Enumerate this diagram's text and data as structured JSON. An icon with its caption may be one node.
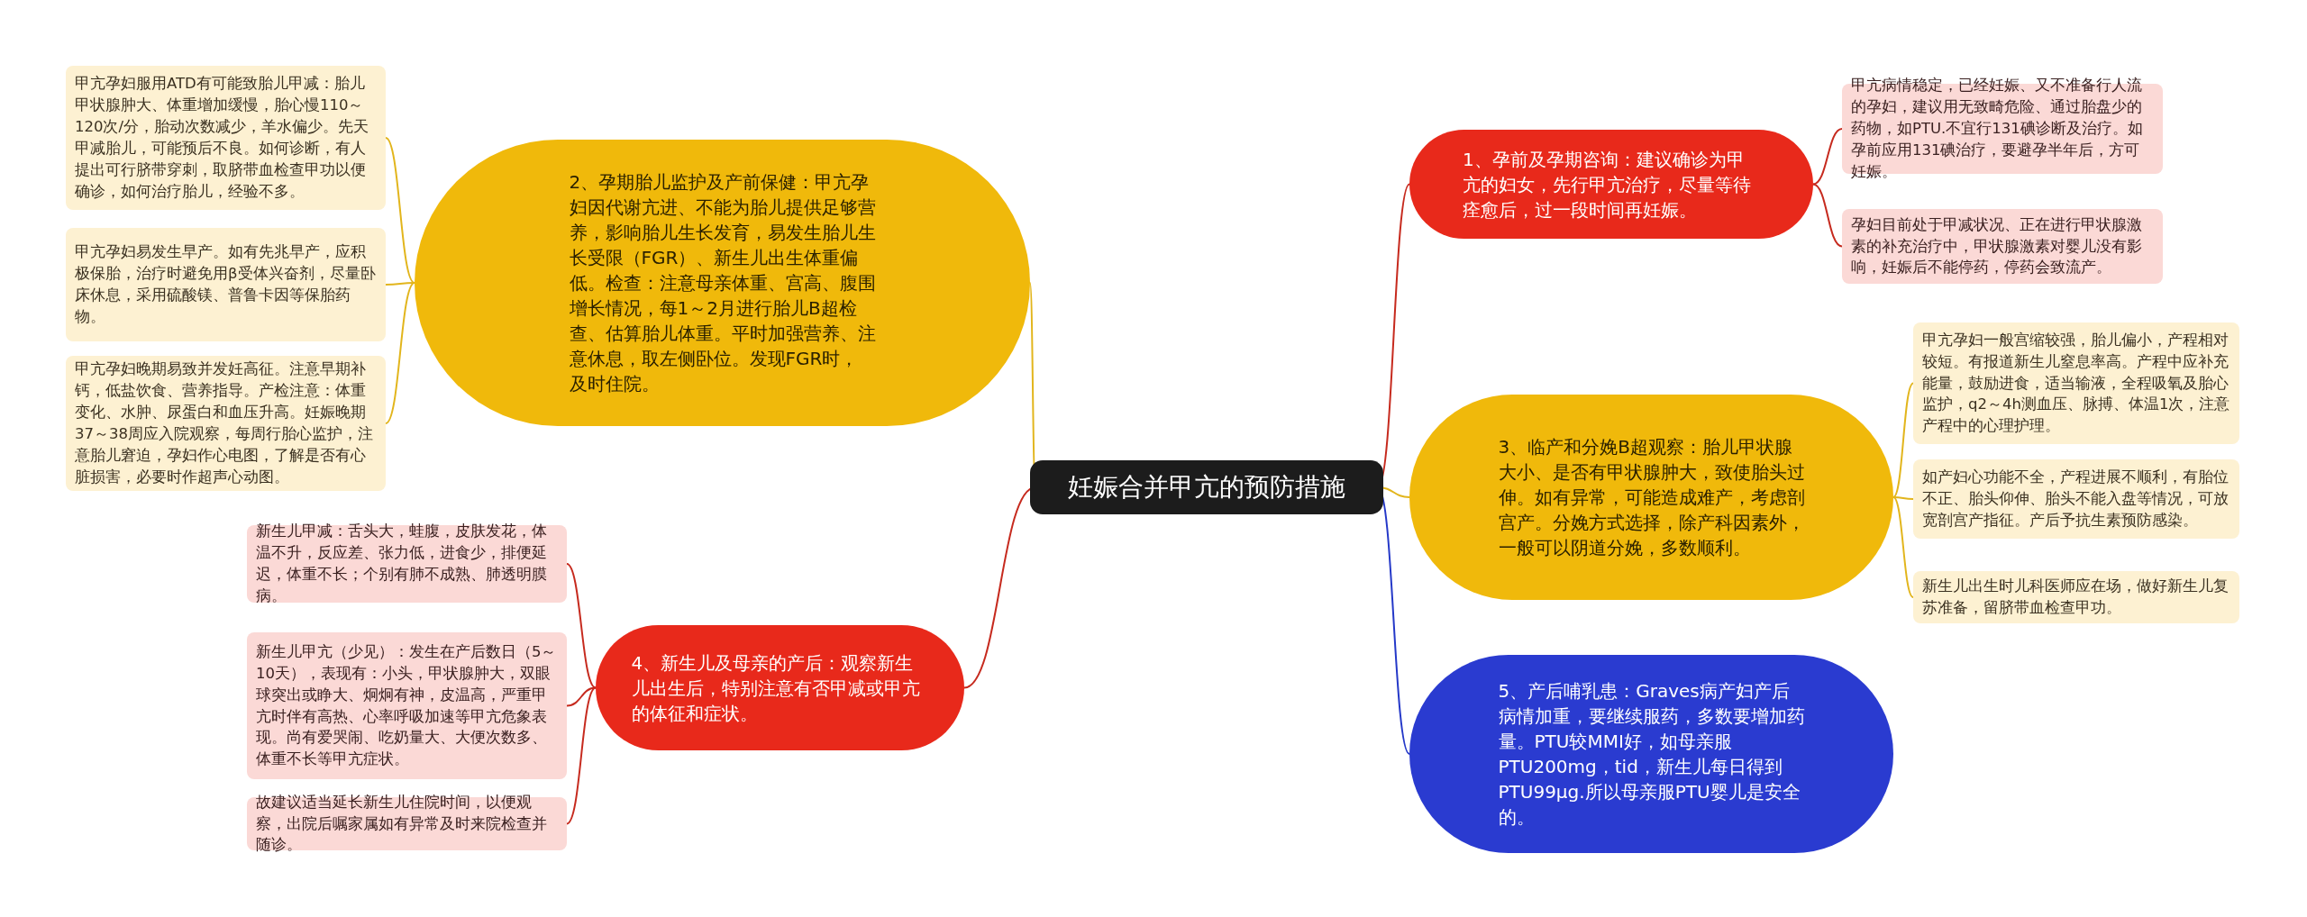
{
  "diagram": {
    "nodes": [
      {
        "text": [
          "妊娠合并甲亢的预防措施"
        ]
      },
      {
        "text": [
          "1、孕前及孕期咨询：建议确诊为甲亢的妇女，先行甲亢治疗，尽量等待痊愈后，过一段时间再妊娠。"
        ]
      },
      {
        "text": [
          "甲亢病情稳定，已经妊娠、又不准备行人流的孕妇，建议用无致畸危险、通过胎盘少的药物，如PTU.不宜行131碘诊断及治疗。如孕前应用131碘治疗，要避孕半年后，方可妊娠。"
        ]
      },
      {
        "text": [
          "孕妇目前处于甲减状况、正在进行甲状腺激素的补充治疗中，甲状腺激素对婴儿没有影响，妊娠后不能停药，停药会致流产。"
        ]
      },
      {
        "text": [
          "2、孕期胎儿监护及产前保健：甲亢孕妇因代谢亢进、不能为胎儿提供足够营养，影响胎儿生长发育，易发生胎儿生长受限（FGR）、新生儿出生体重偏低。检查：注意母亲体重、宫高、腹围增长情况，每1～2月进行胎儿B超检查、估算胎儿体重。平时加强营养、注意休息，取左侧卧位。发现FGR时，及时住院。"
        ]
      },
      {
        "text": [
          "甲亢孕妇服用ATD有可能致胎儿甲减：胎儿甲状腺肿大、体重增加缓慢，胎心慢110～120次/分，胎动次数减少，羊水偏少。先天甲减胎儿，可能预后不良。如何诊断，有人提出可行脐带穿刺，取脐带血检查甲功以便确诊，如何治疗胎儿，经验不多。"
        ]
      },
      {
        "text": [
          "甲亢孕妇易发生早产。如有先兆早产，应积极保胎，治疗时避免用β受体兴奋剂，尽量卧床休息，采用硫酸镁、普鲁卡因等保胎药物。"
        ]
      },
      {
        "text": [
          "甲亢孕妇晚期易致并发妊高征。注意早期补钙，低盐饮食、营养指导。产检注意：体重变化、水肿、尿蛋白和血压升高。妊娠晚期37～38周应入院观察，每周行胎心监护，注意胎儿窘迫，孕妇作心电图，了解是否有心脏损害，必要时作超声心动图。"
        ]
      },
      {
        "text": [
          "3、临产和分娩B超观察：胎儿甲状腺大小、是否有甲状腺肿大，致使胎头过伸。如有异常，可能造成难产，考虑剖宫产。分娩方式选择，除产科因素外，一般可以阴道分娩，多数顺利。"
        ]
      },
      {
        "text": [
          "甲亢孕妇一般宫缩较强，胎儿偏小，产程相对较短。有报道新生儿窒息率高。产程中应补充能量，鼓励进食，适当输液，全程吸氧及胎心监护，q2～4h测血压、脉搏、体温1次，注意产程中的心理护理。"
        ]
      },
      {
        "text": [
          "如产妇心功能不全，产程进展不顺利，有胎位不正、胎头仰伸、胎头不能入盘等情况，可放宽剖宫产指征。产后予抗生素预防感染。"
        ]
      },
      {
        "text": [
          "新生儿出生时儿科医师应在场，做好新生儿复苏准备，留脐带血检查甲功。"
        ]
      },
      {
        "text": [
          "4、新生儿及母亲的产后：观察新生儿出生后，特别注意有否甲减或甲亢的体征和症状。"
        ]
      },
      {
        "text": [
          "新生儿甲减：舌头大，蛙腹，皮肤发花，体温不升，反应差、张力低，进食少，排便延迟，体重不长；个别有肺不成熟、肺透明膜病。"
        ]
      },
      {
        "text": [
          "新生儿甲亢（少见）：发生在产后数日（5～10天），表现有：小头，甲状腺肿大，双眼球突出或睁大、炯炯有神，皮温高，严重甲亢时伴有高热、心率呼吸加速等甲亢危象表现。尚有爱哭闹、吃奶量大、大便次数多、体重不长等甲亢症状。"
        ]
      },
      {
        "text": [
          "故建议适当延长新生儿住院时间，以便观察，出院后嘱家属如有异常及时来院检查并随诊。"
        ]
      },
      {
        "text": [
          "5、产后哺乳患：Graves病产妇产后病情加重，要继续服药，多数要增加药量。PTU较MMI好，如母亲服PTU200mg，tid，新生儿每日得到PTU99μg.所以母亲服PTU婴儿是安全的。"
        ]
      }
    ],
    "edges": [
      {
        "from": 0,
        "to": 1,
        "arrow": "none",
        "color": "#c62a1e"
      },
      {
        "from": 1,
        "to": 2,
        "arrow": "none",
        "color": "#c62a1e"
      },
      {
        "from": 1,
        "to": 3,
        "arrow": "none",
        "color": "#c62a1e"
      },
      {
        "from": 0,
        "to": 4,
        "arrow": "none"
      },
      {
        "from": 4,
        "to": 5,
        "arrow": "none"
      },
      {
        "from": 4,
        "to": 6,
        "arrow": "none"
      },
      {
        "from": 4,
        "to": 7,
        "arrow": "none"
      },
      {
        "from": 0,
        "to": 8,
        "arrow": "none"
      },
      {
        "from": 8,
        "to": 9,
        "arrow": "none"
      },
      {
        "from": 8,
        "to": 10,
        "arrow": "none"
      },
      {
        "from": 8,
        "to": 11,
        "arrow": "none"
      },
      {
        "from": 0,
        "to": 12,
        "arrow": "none",
        "color": "#c62a1e"
      },
      {
        "from": 12,
        "to": 13,
        "arrow": "none",
        "color": "#c62a1e"
      },
      {
        "from": 12,
        "to": 14,
        "arrow": "none",
        "color": "#c62a1e"
      },
      {
        "from": 12,
        "to": 15,
        "arrow": "none",
        "color": "#c62a1e"
      },
      {
        "from": 0,
        "to": 16,
        "arrow": "none",
        "color": "#2438c8"
      }
    ]
  }
}
